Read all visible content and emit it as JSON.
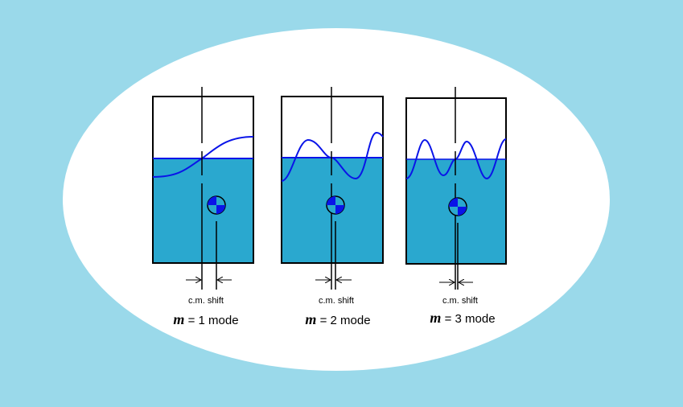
{
  "colors": {
    "background": "#9ad9ea",
    "ellipse": "#ffffff",
    "water": "#2aa8cf",
    "wave": "#0a14e8",
    "tank_border": "#000000"
  },
  "tanks": [
    {
      "shift_label": "c.m. shift",
      "mode_var": "m",
      "mode_rest": " = 1 mode"
    },
    {
      "shift_label": "c.m. shift",
      "mode_var": "m",
      "mode_rest": " = 2 mode"
    },
    {
      "shift_label": "c.m. shift",
      "mode_var": "m",
      "mode_rest": " = 3 mode"
    }
  ]
}
